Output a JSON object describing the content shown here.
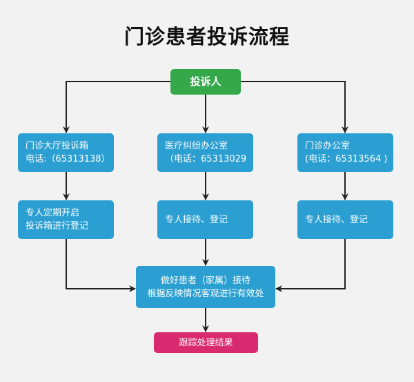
{
  "title": "门诊患者投诉流程",
  "colors": {
    "background": "#f2f2f2",
    "start_node": "#35a94a",
    "process_node": "#2b9fd1",
    "end_node": "#d9296f",
    "connector": "#222222"
  },
  "nodes": {
    "complainant": {
      "label": "投诉人"
    },
    "lobby_box": {
      "lines": [
        "门诊大厅投诉箱",
        "电话:（65313138）"
      ]
    },
    "dispute_office": {
      "lines": [
        "医疗纠纷办公室",
        "（电话：65313029"
      ]
    },
    "outpatient_office": {
      "lines": [
        "门诊办公室",
        "(电话：65313564 )"
      ]
    },
    "periodic_open": {
      "lines": [
        "专人定期开启",
        "投诉箱进行登记"
      ]
    },
    "dispute_reception": {
      "lines": [
        "专人接待、登记"
      ]
    },
    "office_reception": {
      "lines": [
        "专人接待、登记"
      ]
    },
    "handle": {
      "lines": [
        "做好患者（家属）接待",
        "根据反映情况客观进行有效处"
      ]
    },
    "follow_up": {
      "label": "跟踪处理结果"
    }
  },
  "edges": [
    [
      "complainant",
      "lobby_box"
    ],
    [
      "complainant",
      "dispute_office"
    ],
    [
      "complainant",
      "outpatient_office"
    ],
    [
      "lobby_box",
      "periodic_open"
    ],
    [
      "dispute_office",
      "dispute_reception"
    ],
    [
      "outpatient_office",
      "office_reception"
    ],
    [
      "periodic_open",
      "handle"
    ],
    [
      "dispute_reception",
      "handle"
    ],
    [
      "office_reception",
      "handle"
    ],
    [
      "handle",
      "follow_up"
    ]
  ]
}
